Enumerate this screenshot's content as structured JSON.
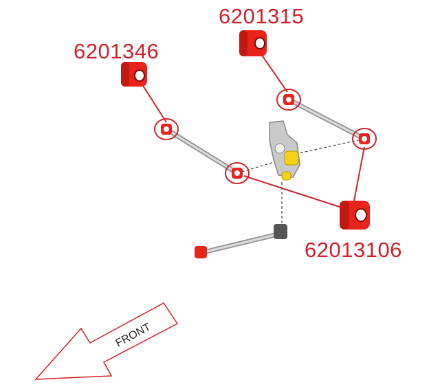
{
  "labels": {
    "part_top": "6201315",
    "part_left": "6201346",
    "part_right": "62013106"
  },
  "direction_arrow": {
    "text": "FRONT"
  },
  "colors": {
    "accent": "#d0212b",
    "bushing": "#e8231c",
    "arm": "#b8b8b8",
    "knuckle_bushing": "#f2d21a"
  }
}
